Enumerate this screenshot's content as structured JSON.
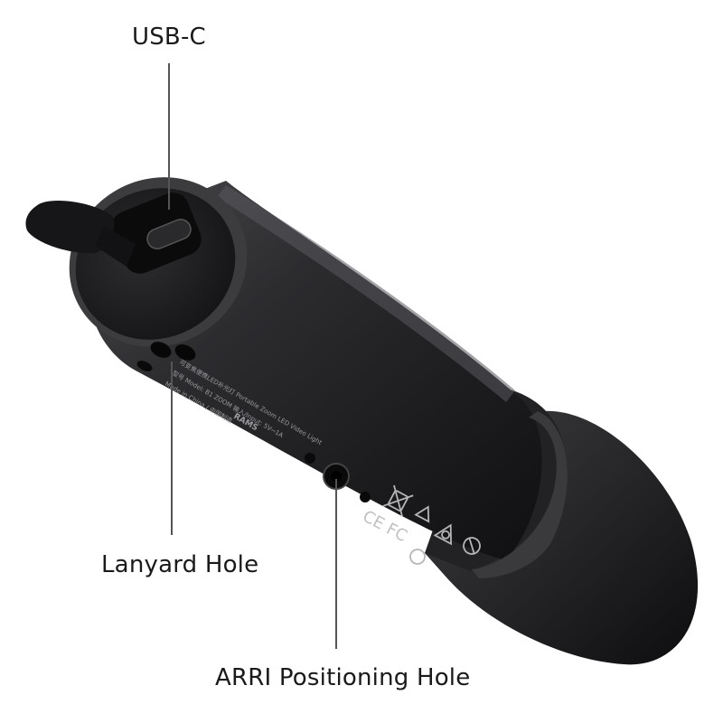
{
  "product": {
    "name": "Portable Zoom LED Video Light",
    "body_color": "#2b2b2d",
    "cap_color": "#1f1f21"
  },
  "callouts": {
    "usb_c": "USB-C",
    "lanyard_hole": "Lanyard Hole",
    "arri_positioning_hole": "ARRI Positioning Hole"
  },
  "printed_markings": {
    "line1": "可变焦便携LED补光灯 Portable Zoom LED Video Light",
    "line2": "型号 Model: B1 ZOOM   输入/Input: 5V⎓1A",
    "line3": "Made in China / 中国制造",
    "brand": "RAMS"
  }
}
